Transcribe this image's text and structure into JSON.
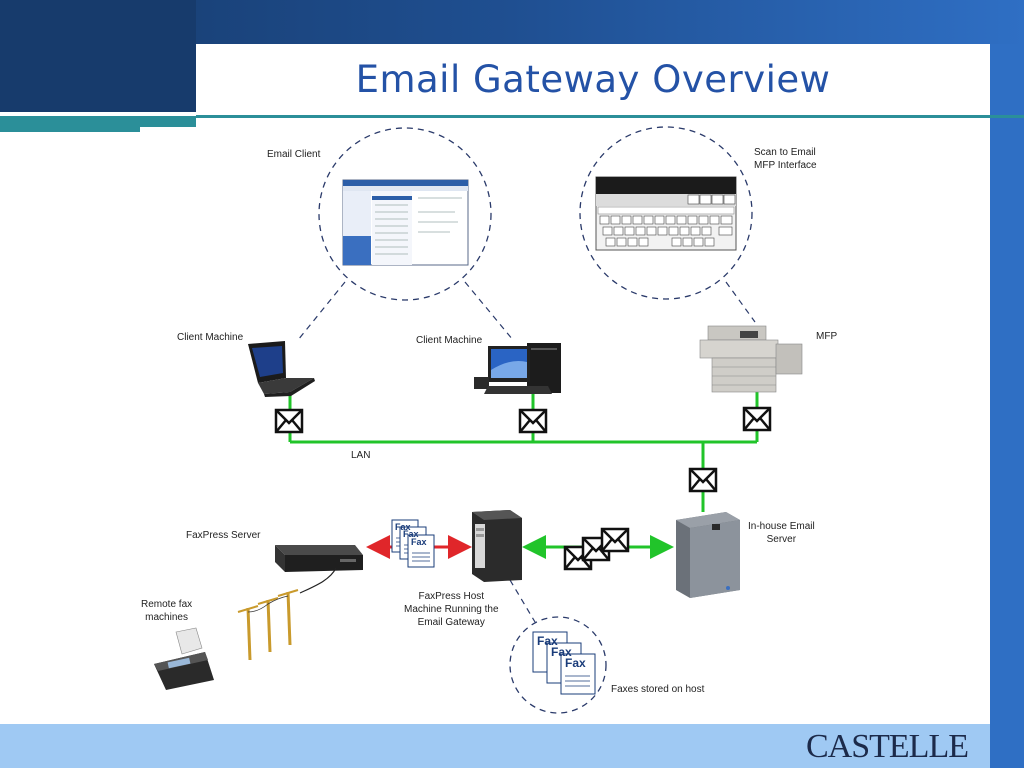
{
  "slide": {
    "title": "Email Gateway Overview",
    "logo_text": "CASTELLE"
  },
  "labels": {
    "email_client": "Email Client",
    "scan_to_email": "Scan to Email\nMFP Interface",
    "client_machine_1": "Client Machine",
    "client_machine_2": "Client Machine",
    "mfp": "MFP",
    "lan": "LAN",
    "inhouse_server": "In-house Email\nServer",
    "faxpress_server": "FaxPress Server",
    "remote_fax": "Remote fax\nmachines",
    "faxpress_host": "FaxPress Host\nMachine Running the\nEmail Gateway",
    "faxes_stored": "Faxes stored on host",
    "fax_doc": "Fax"
  },
  "colors": {
    "link_green": "#21c42a",
    "link_red": "#e0262a",
    "title_blue": "#2452a6"
  }
}
